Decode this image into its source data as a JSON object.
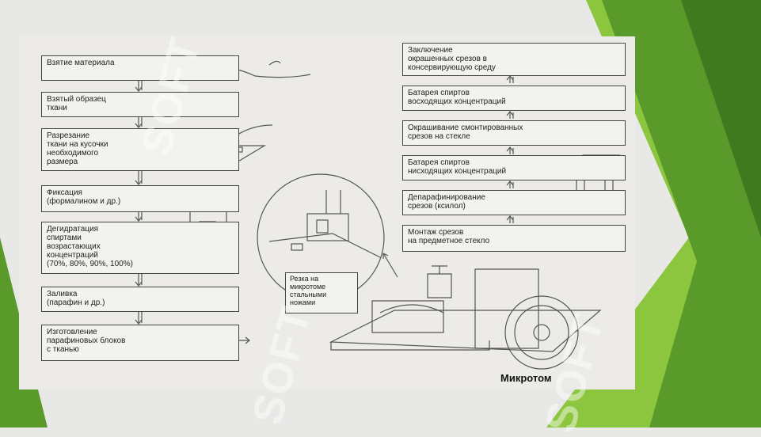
{
  "colors": {
    "green_dark": "#3f7a1e",
    "green_light": "#8cc63f",
    "paper": "#ecebe8",
    "ink": "#444444"
  },
  "left_steps": [
    "Взятие материала",
    "Взятый образец\nткани",
    "Разрезание\nткани на кусочки\nнеобходимого\nразмера",
    "Фиксация\n(формалином и др.)",
    "Дегидратация\nспиртами\nвозрастающих\nконцентраций\n(70%, 80%, 90%, 100%)",
    "Заливка\n(парафин и др.)",
    "Изготовление\nпарафиновых блоков\nс тканью"
  ],
  "right_steps": [
    "Заключение\nокрашенных срезов в\nконсервирующую среду",
    "Батарея спиртов\nвосходящих концентраций",
    "Окрашивание смонтированных\nсрезов на стекле",
    "Батарея спиртов\nнисходящих концентраций",
    "Депарафинирование\nсрезов (ксилол)",
    "Монтаж срезов\nна предметное стекло"
  ],
  "cutting_label": "Резка на\nмикротоме\nстальными\nножами",
  "microtome_caption": "Микротом",
  "watermark_text": "SOFT"
}
